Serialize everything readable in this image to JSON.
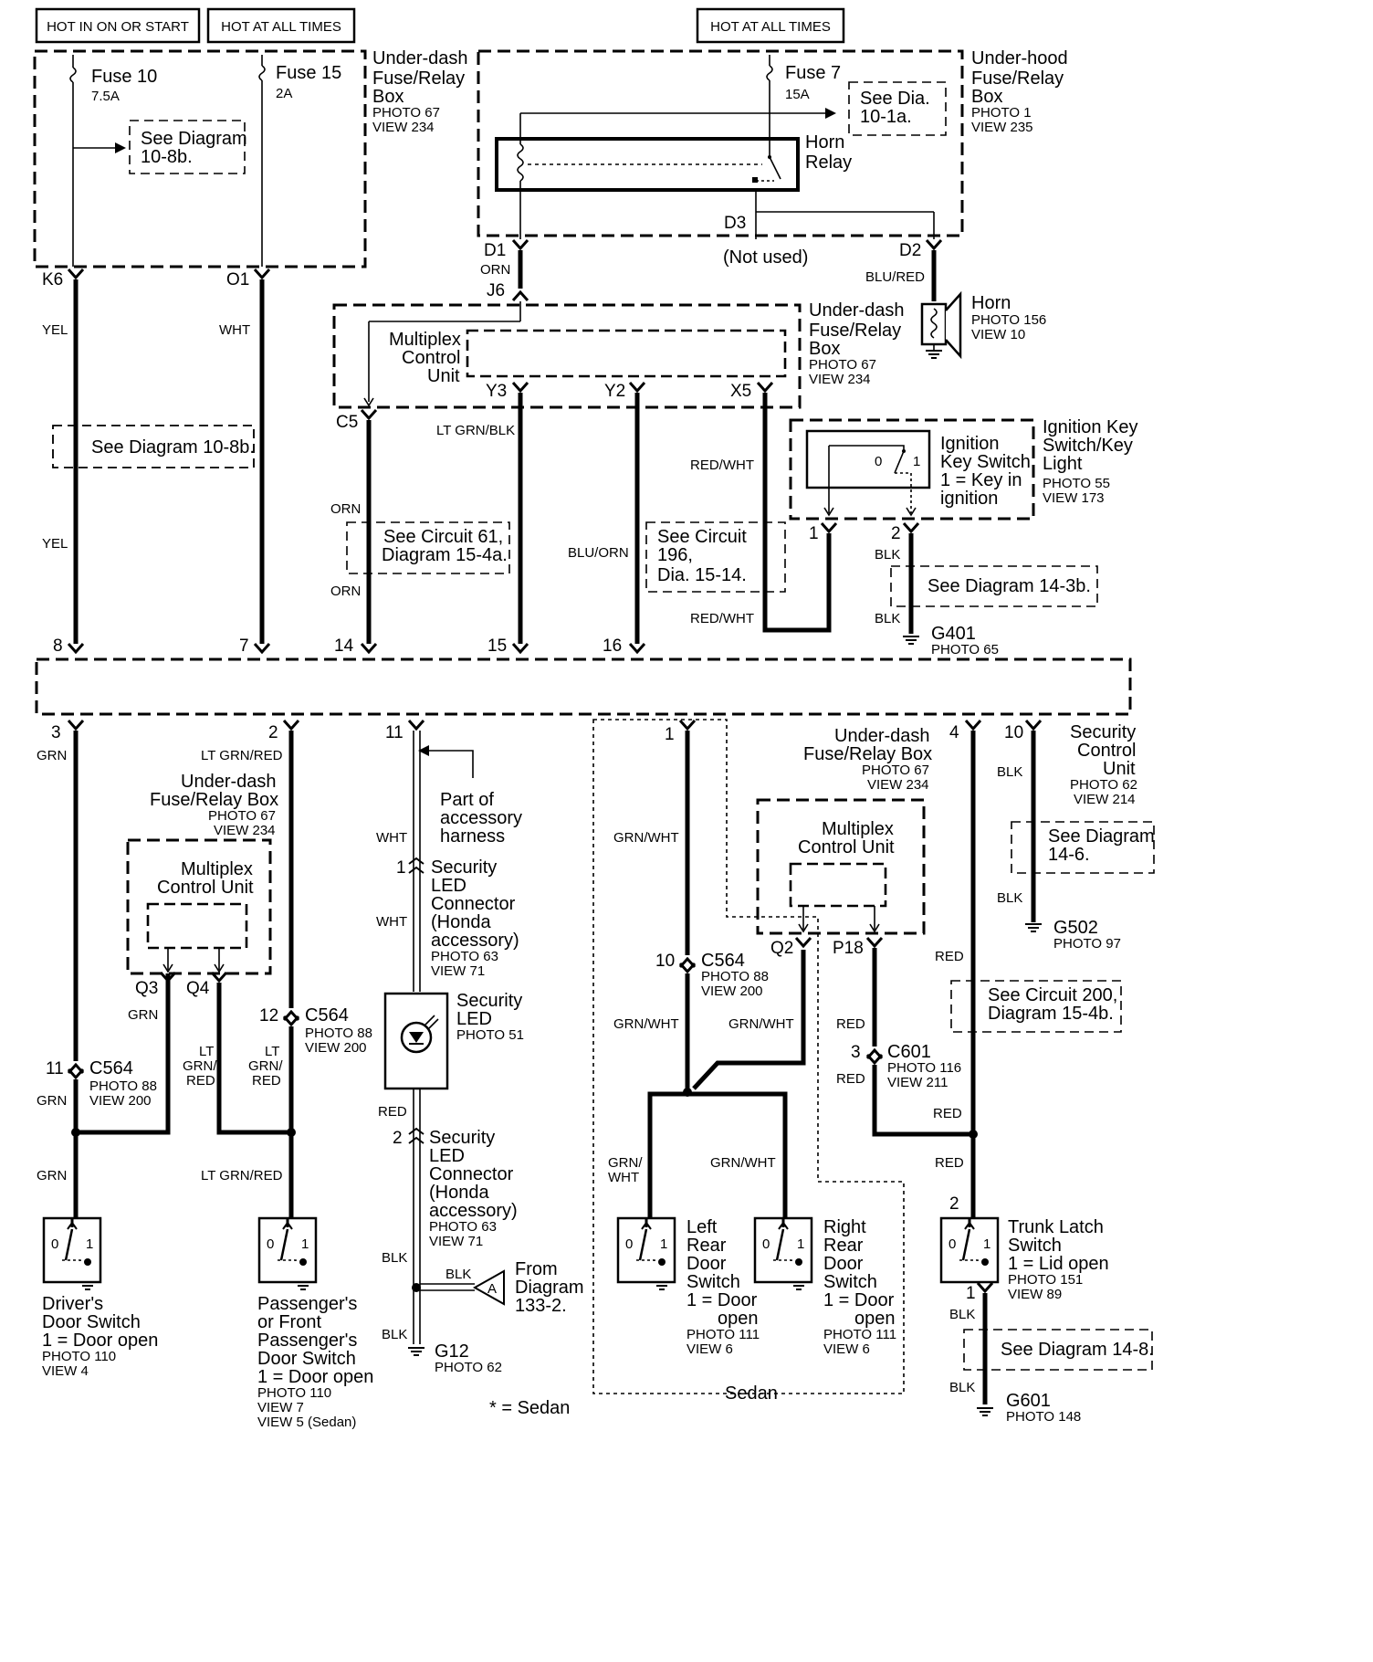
{
  "power_labels": {
    "hot_in_on_or_start": "HOT IN ON OR START",
    "hot_at_all_times_1": "HOT AT ALL TIMES",
    "hot_at_all_times_2": "HOT AT ALL TIMES"
  },
  "fuses": {
    "fuse10": {
      "name": "Fuse 10",
      "rating": "7.5A"
    },
    "fuse15": {
      "name": "Fuse 15",
      "rating": "2A"
    },
    "fuse7": {
      "name": "Fuse 7",
      "rating": "15A"
    }
  },
  "underdash_box_top": {
    "l1": "Under-dash",
    "l2": "Fuse/Relay",
    "l3": "Box",
    "photo": "PHOTO 67",
    "view": "VIEW 234"
  },
  "underhood_box": {
    "l1": "Under-hood",
    "l2": "Fuse/Relay",
    "l3": "Box",
    "photo": "PHOTO 1",
    "view": "VIEW 235"
  },
  "see_refs": {
    "diag_10_8b_top": {
      "l1": "See Diagram",
      "l2": "10-8b."
    },
    "dia_10_1a": {
      "l1": "See Dia.",
      "l2": "10-1a."
    },
    "diag_10_8b_mid": "See Diagram 10-8b.",
    "circuit_61": {
      "l1": "See Circuit 61,",
      "l2": "Diagram 15-4a."
    },
    "circuit_196": {
      "l1": "See Circuit",
      "l2": "196,",
      "l3": "Dia. 15-14."
    },
    "diag_14_3b": "See Diagram 14-3b.",
    "diag_14_6": {
      "l1": "See Diagram",
      "l2": "14-6."
    },
    "circuit_200": {
      "l1": "See Circuit 200,",
      "l2": "Diagram 15-4b."
    },
    "diag_14_8": "See Diagram 14-8."
  },
  "horn_relay": {
    "l1": "Horn",
    "l2": "Relay"
  },
  "not_used": "(Not used)",
  "horn": {
    "name": "Horn",
    "photo": "PHOTO 156",
    "view": "VIEW 10"
  },
  "mcu_top": {
    "l1": "Multiplex",
    "l2": "Control",
    "l3": "Unit",
    "box1": "Under-dash",
    "box2": "Fuse/Relay",
    "box3": "Box",
    "photo": "PHOTO 67",
    "view": "VIEW 234"
  },
  "ign": {
    "l1": "Ignition",
    "l2": "Key Switch",
    "l3": "1 = Key in",
    "l4": "ignition",
    "t1": "Ignition Key",
    "t2": "Switch/Key",
    "t3": "Light",
    "photo": "PHOTO 55",
    "view": "VIEW 173",
    "p0": "0",
    "p1": "1"
  },
  "grounds": {
    "g401": {
      "name": "G401",
      "photo": "PHOTO 65"
    },
    "g502": {
      "name": "G502",
      "photo": "PHOTO 97"
    },
    "g12": {
      "name": "G12",
      "photo": "PHOTO 62"
    },
    "g601": {
      "name": "G601",
      "photo": "PHOTO 148"
    }
  },
  "connectors_top": {
    "k6": "K6",
    "o1": "O1",
    "d1": "D1",
    "d2": "D2",
    "d3": "D3",
    "j6": "J6",
    "c5": "C5",
    "y3": "Y3",
    "y2": "Y2",
    "x5": "X5",
    "ig1": "1",
    "ig2": "2"
  },
  "unit_pins_top": {
    "p8": "8",
    "p7": "7",
    "p14": "14",
    "p15": "15",
    "p16": "16"
  },
  "unit_pins_bottom": {
    "p3": "3",
    "p2": "2",
    "p11": "11",
    "p1": "1",
    "p4": "4",
    "p10": "10"
  },
  "wires": {
    "yel": "YEL",
    "wht": "WHT",
    "orn": "ORN",
    "ltgrnblk": "LT GRN/BLK",
    "bluorn": "BLU/ORN",
    "redwht": "RED/WHT",
    "blured": "BLU/RED",
    "blk": "BLK",
    "grn": "GRN",
    "ltgrnred": "LT GRN/RED",
    "grnwht": "GRN/WHT",
    "red": "RED",
    "lt": "LT",
    "grn_slash": "GRN/",
    "red_w": "RED",
    "grn_": "GRN/",
    "wht_": "WHT"
  },
  "security_unit": {
    "l1": "Security",
    "l2": "Control",
    "l3": "Unit",
    "photo": "PHOTO 62",
    "view": "VIEW 214"
  },
  "mcu_left": {
    "box1": "Under-dash",
    "box2": "Fuse/Relay Box",
    "photo": "PHOTO 67",
    "view": "VIEW 234",
    "l1": "Multiplex",
    "l2": "Control Unit",
    "q3": "Q3",
    "q4": "Q4"
  },
  "mcu_right": {
    "box1": "Under-dash",
    "box2": "Fuse/Relay Box",
    "photo": "PHOTO 67",
    "view": "VIEW 234",
    "l1": "Multiplex",
    "l2": "Control Unit",
    "q2": "Q2",
    "p18": "P18"
  },
  "c564": {
    "name": "C564",
    "photo": "PHOTO 88",
    "view": "VIEW 200",
    "pin11": "11",
    "pin12": "12",
    "pin10": "10"
  },
  "c601": {
    "name": "C601",
    "photo": "PHOTO 116",
    "view": "VIEW 211",
    "pin3": "3"
  },
  "accessory": {
    "l1": "Part of",
    "l2": "accessory",
    "l3": "harness"
  },
  "sec_led_conn1": {
    "pin": "1",
    "l1": "Security",
    "l2": "LED",
    "l3": "Connector",
    "l4": "(Honda",
    "l5": "accessory)",
    "photo": "PHOTO 63",
    "view": "VIEW 71"
  },
  "sec_led": {
    "l1": "Security",
    "l2": "LED",
    "photo": "PHOTO 51"
  },
  "sec_led_conn2": {
    "pin": "2",
    "l1": "Security",
    "l2": "LED",
    "l3": "Connector",
    "l4": "(Honda",
    "l5": "accessory)",
    "photo": "PHOTO 63",
    "view": "VIEW 71"
  },
  "from_diag": {
    "l1": "From",
    "l2": "Diagram",
    "l3": "133-2.",
    "letter": "A"
  },
  "switches": {
    "driver": {
      "l1": "Driver's",
      "l2": "Door Switch",
      "l3": "1 = Door open",
      "photo": "PHOTO 110",
      "view": "VIEW 4"
    },
    "passenger": {
      "l1": "Passenger's",
      "l2": "or Front",
      "l3": "Passenger's",
      "l4": "Door Switch",
      "l5": "1 = Door open",
      "photo": "PHOTO 110",
      "view": "VIEW 7",
      "view2": "VIEW 5 (Sedan)"
    },
    "left_rear": {
      "l1": "Left",
      "l2": "Rear",
      "l3": "Door",
      "l4": "Switch",
      "l5": "1 = Door",
      "l6": "open",
      "photo": "PHOTO 111",
      "view": "VIEW 6"
    },
    "right_rear": {
      "l1": "Right",
      "l2": "Rear",
      "l3": "Door",
      "l4": "Switch",
      "l5": "1 = Door",
      "l6": "open",
      "photo": "PHOTO 111",
      "view": "VIEW 6"
    },
    "trunk": {
      "l1": "Trunk Latch",
      "l2": "Switch",
      "l3": "1 = Lid open",
      "photo": "PHOTO 151",
      "view": "VIEW 89",
      "pin2": "2",
      "pin1": "1"
    },
    "p0": "0",
    "p1": "1"
  },
  "sedan": "Sedan",
  "footnote": "* = Sedan"
}
